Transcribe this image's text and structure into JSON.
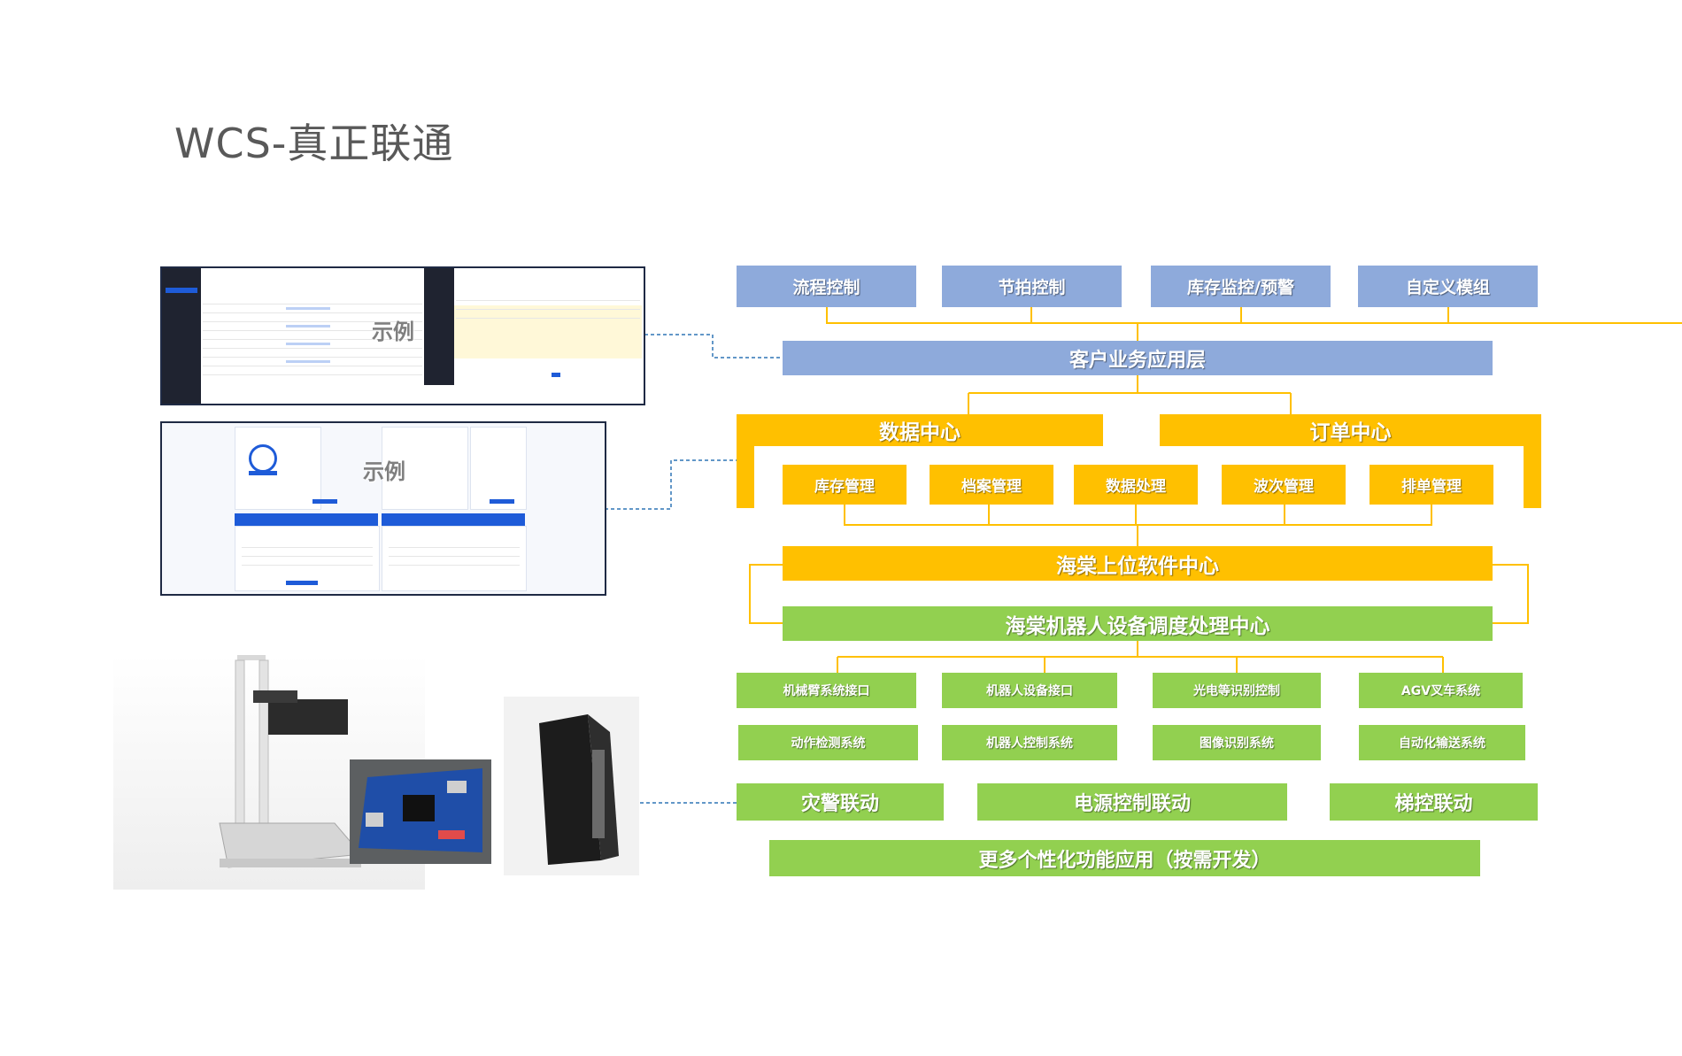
{
  "title": "WCS-真正联通",
  "example_label": "示例",
  "app_layer": {
    "top_modules": [
      "流程控制",
      "节拍控制",
      "库存监控/预警",
      "自定义模组"
    ],
    "business_layer": "客户业务应用层"
  },
  "centers": {
    "data_center": "数据中心",
    "order_center": "订单中心",
    "modules": [
      "库存管理",
      "档案管理",
      "数据处理",
      "波次管理",
      "排单管理"
    ]
  },
  "software_center": "海棠上位软件中心",
  "dispatch_center": "海棠机器人设备调度处理中心",
  "interfaces_row1": [
    "机械臂系统接口",
    "机器人设备接口",
    "光电等识别控制",
    "AGV叉车系统"
  ],
  "interfaces_row2": [
    "动作检测系统",
    "机器人控制系统",
    "图像识别系统",
    "自动化输送系统"
  ],
  "linkage": [
    "灾警联动",
    "电源控制联动",
    "梯控联动"
  ],
  "more": "更多个性化功能应用（按需开发）",
  "colors": {
    "blue": "#8eaadb",
    "yellow": "#ffc000",
    "green": "#92d050",
    "line": "#ffc000",
    "dashed": "#2e75b6"
  }
}
